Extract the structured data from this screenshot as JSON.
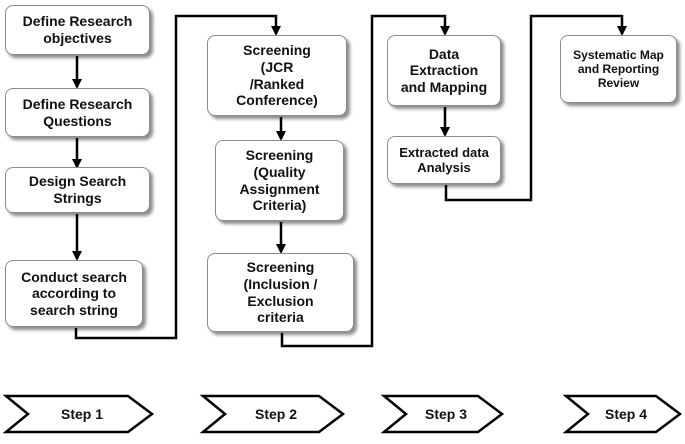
{
  "steps": [
    {
      "label": "Step 1"
    },
    {
      "label": "Step 2"
    },
    {
      "label": "Step 3"
    },
    {
      "label": "Step 4"
    }
  ],
  "columns": [
    {
      "boxes": [
        {
          "text": "Define Research\nobjectives"
        },
        {
          "text": "Define Research\nQuestions"
        },
        {
          "text": "Design Search\nStrings"
        },
        {
          "text": "Conduct search\naccording to\nsearch string"
        }
      ]
    },
    {
      "boxes": [
        {
          "text": "Screening\n(JCR\n/Ranked\nConference)"
        },
        {
          "text": "Screening\n(Quality\nAssignment\nCriteria)"
        },
        {
          "text": "Screening\n(Inclusion /\nExclusion\ncriteria"
        }
      ]
    },
    {
      "boxes": [
        {
          "text": "Data\nExtraction\nand Mapping"
        },
        {
          "text": "Extracted data\nAnalysis"
        }
      ]
    },
    {
      "boxes": [
        {
          "text": "Systematic Map\nand Reporting\nReview"
        }
      ]
    }
  ],
  "colors": {
    "box_border": "#8c8c8c",
    "connector": "#000000",
    "text": "#111111"
  }
}
